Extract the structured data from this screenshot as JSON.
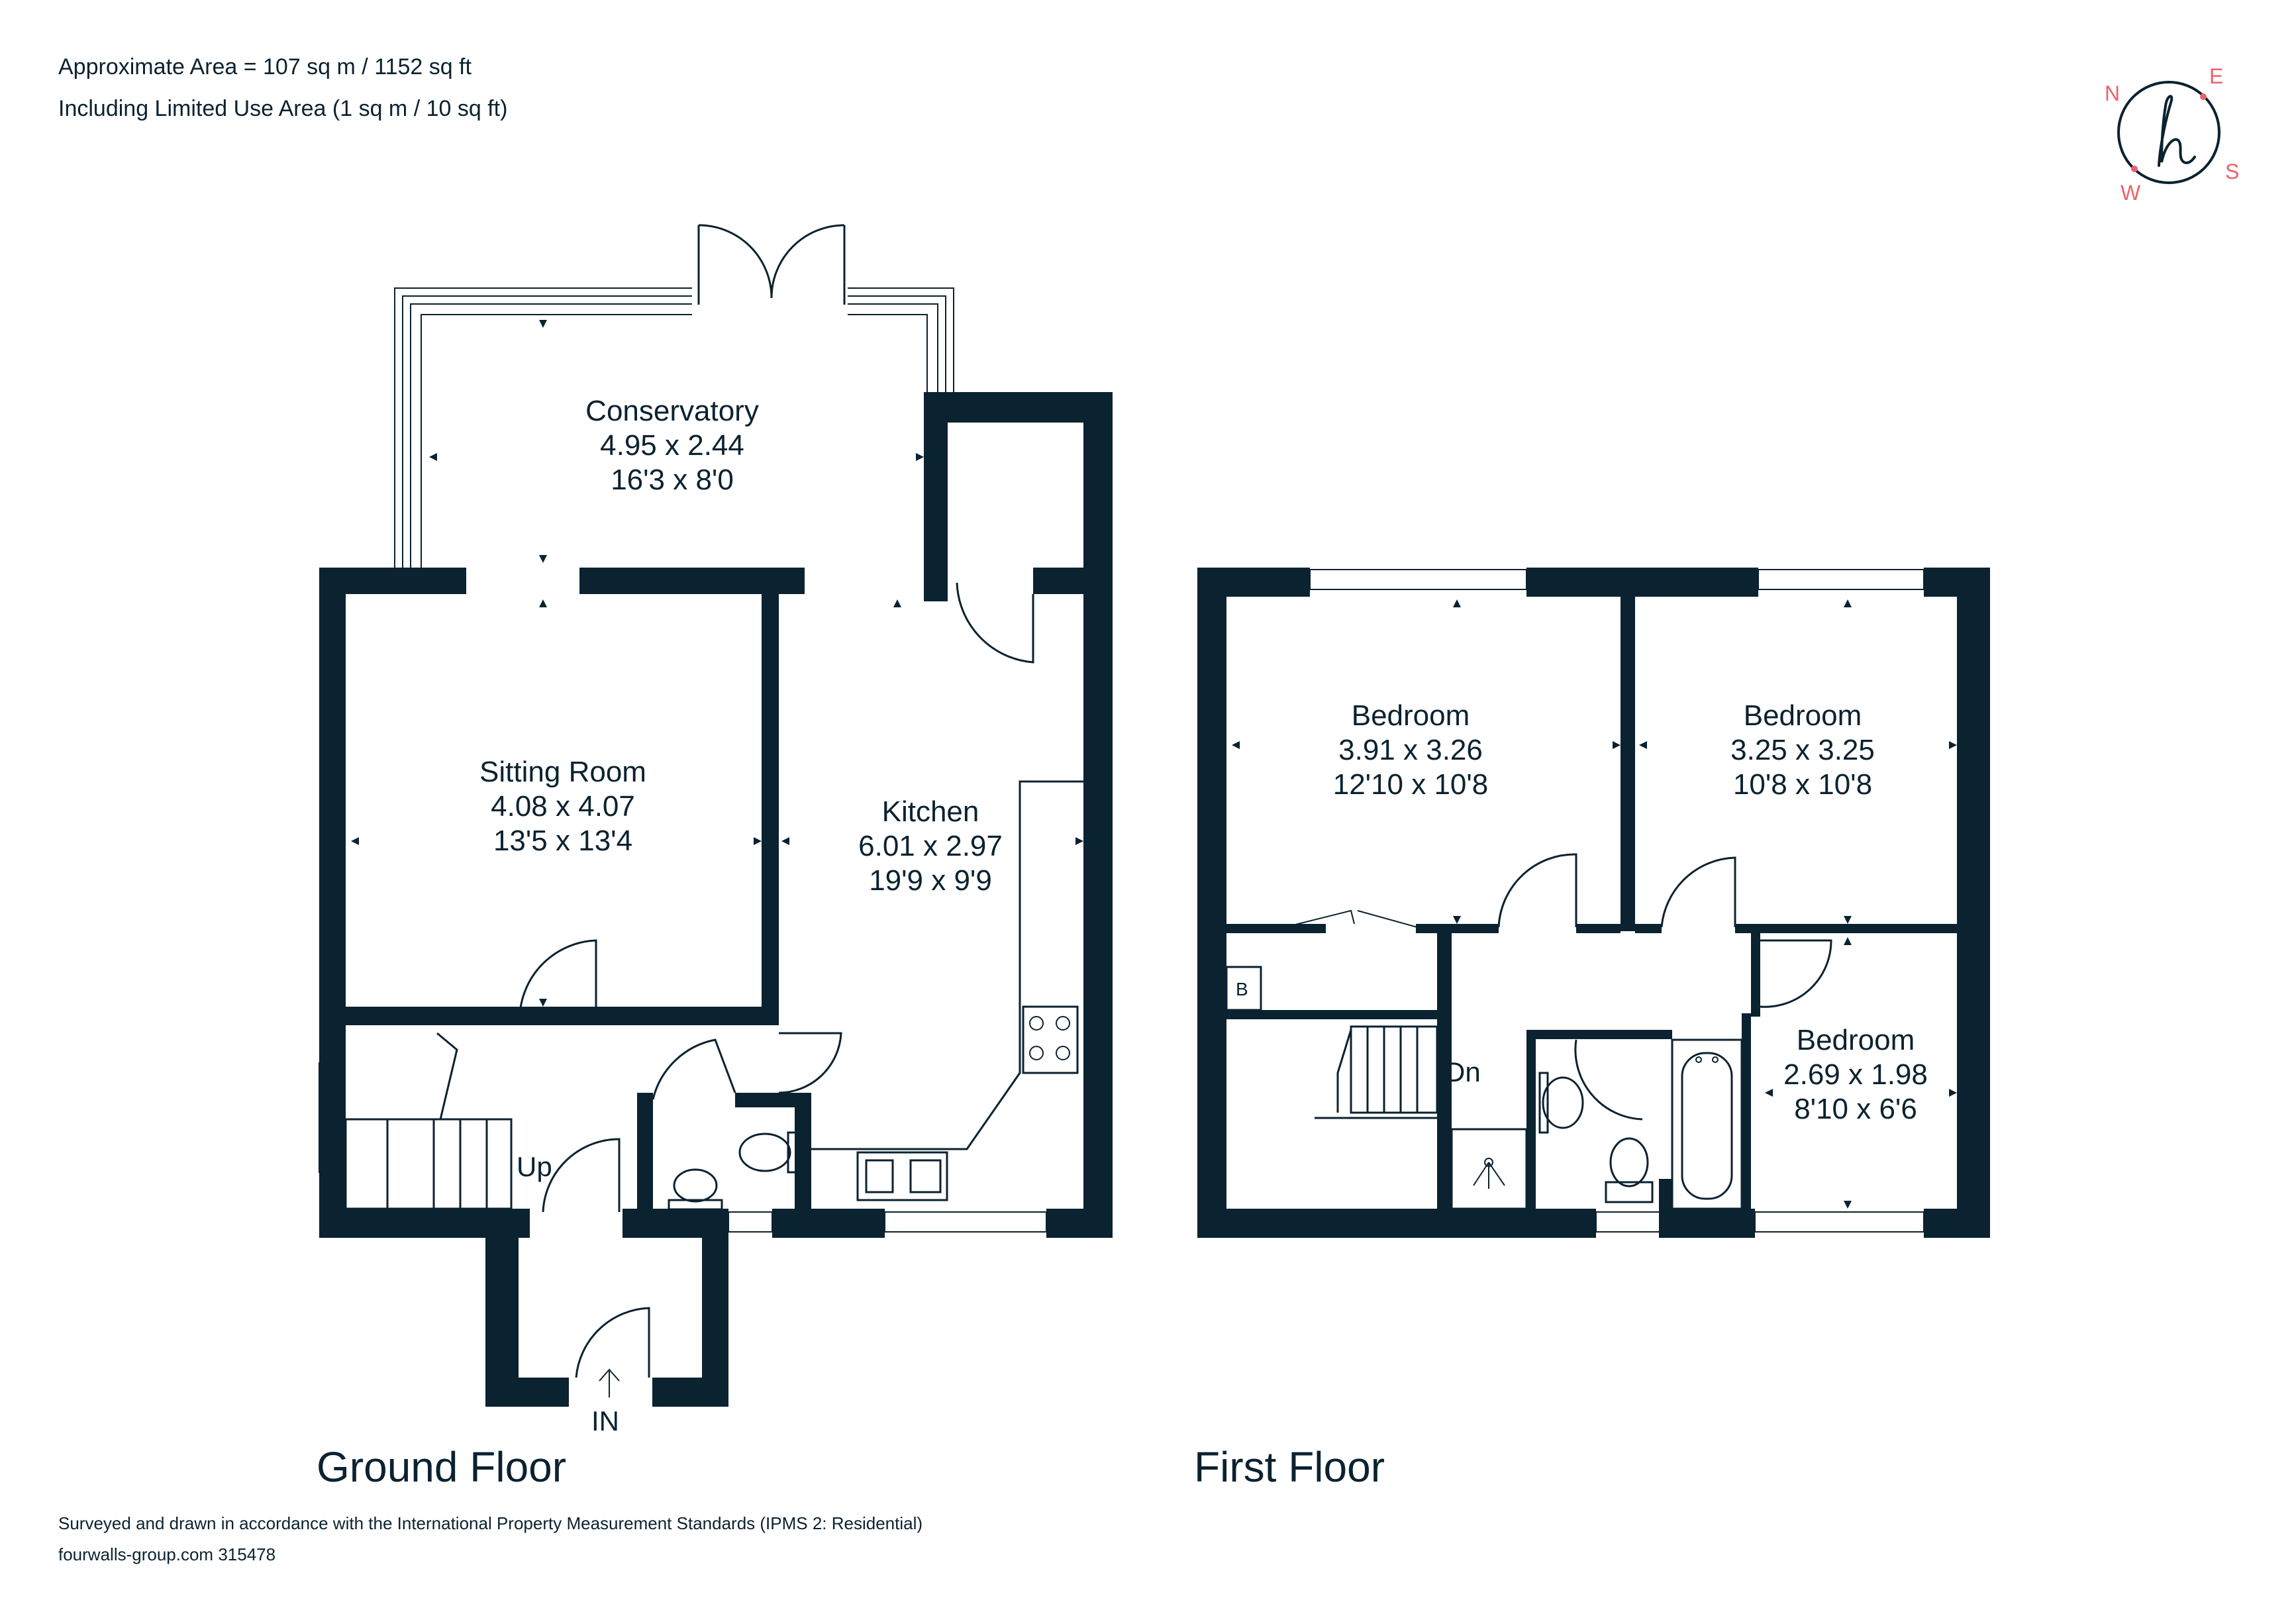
{
  "header": {
    "area_line": "Approximate Area = 107 sq m / 1152 sq ft",
    "limited_line": "Including Limited Use Area (1 sq m / 10 sq ft)"
  },
  "compass": {
    "north": "N",
    "east": "E",
    "south": "S",
    "west": "W",
    "logo_letter": "h",
    "accent_color": "#e8646b",
    "ring_color": "#0b2230"
  },
  "ground_floor": {
    "title": "Ground Floor",
    "rooms": [
      {
        "name": "Conservatory",
        "metric": "4.95 x 2.44",
        "imperial": "16'3 x 8'0"
      },
      {
        "name": "Sitting Room",
        "metric": "4.08 x 4.07",
        "imperial": "13'5 x 13'4"
      },
      {
        "name": "Kitchen",
        "metric": "6.01 x 2.97",
        "imperial": "19'9 x 9'9"
      }
    ],
    "stairs_label": "Up",
    "entrance_label": "IN"
  },
  "first_floor": {
    "title": "First Floor",
    "rooms": [
      {
        "name": "Bedroom",
        "metric": "3.91 x 3.26",
        "imperial": "12'10 x 10'8"
      },
      {
        "name": "Bedroom",
        "metric": "3.25 x 3.25",
        "imperial": "10'8 x 10'8"
      },
      {
        "name": "Bedroom",
        "metric": "2.69 x 1.98",
        "imperial": "8'10 x 6'6"
      }
    ],
    "stairs_label": "Dn",
    "boiler_label": "B"
  },
  "footer": {
    "standards_line": "Surveyed and drawn in accordance with the International Property Measurement Standards (IPMS 2: Residential)",
    "reference_line": "fourwalls-group.com 315478"
  },
  "wall_color": "#0b2230"
}
